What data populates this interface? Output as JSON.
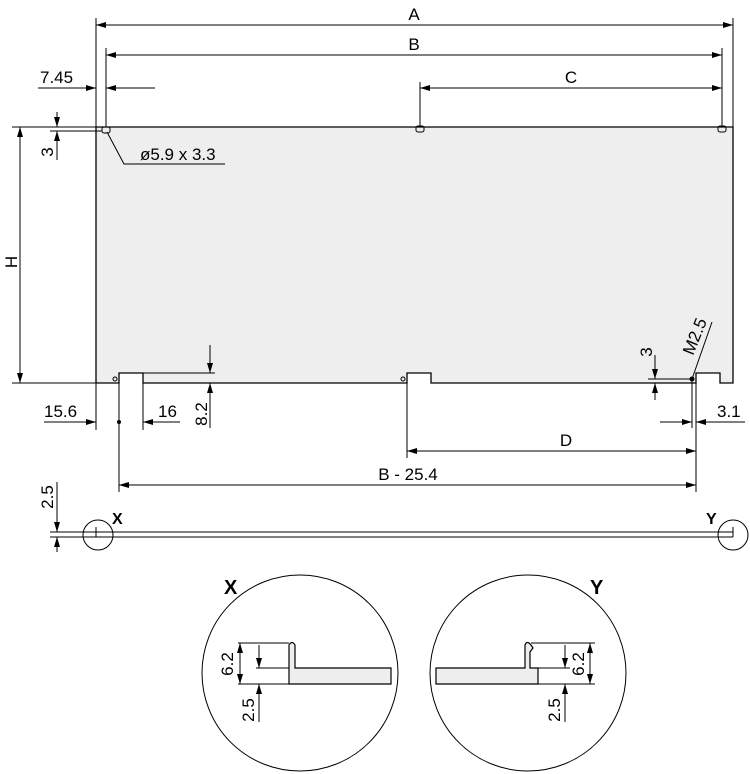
{
  "dimensions": {
    "A": "A",
    "B": "B",
    "C": "C",
    "D": "D",
    "H": "H",
    "left_offset": "7.45",
    "slot_offset": "3",
    "slot_size": "ø5.9 x 3.3",
    "thread": "M2.5",
    "hole_offset": "3",
    "notch_left": "15.6",
    "notch_width": "16",
    "notch_depth": "8.2",
    "right_offset": "3.1",
    "b_minus": "B - 25.4",
    "thickness": "2.5"
  },
  "details": {
    "x_label": "X",
    "y_label": "Y",
    "x_height": "6.2",
    "x_thickness": "2.5",
    "y_height": "6.2",
    "y_thickness": "2.5"
  },
  "colors": {
    "panel_fill": "#eeeeee",
    "line": "#000000"
  }
}
